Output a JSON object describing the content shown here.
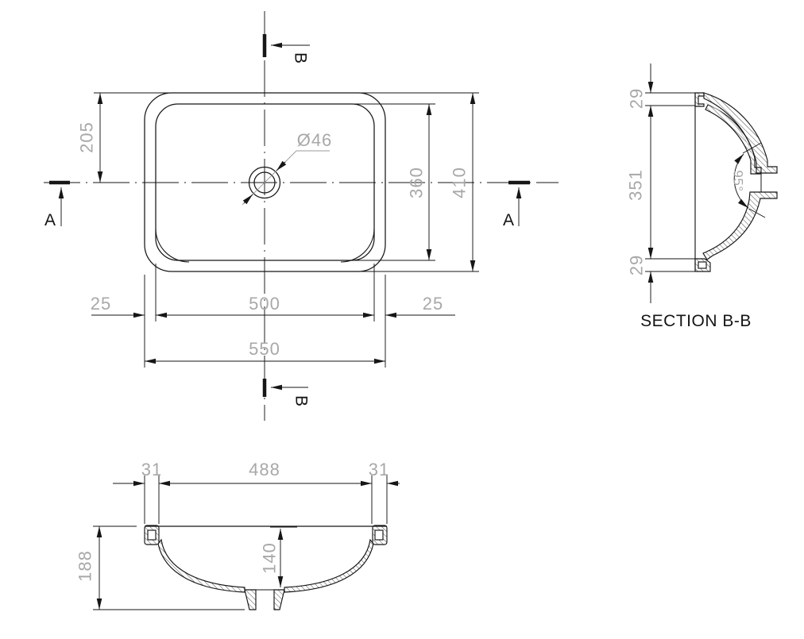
{
  "drawing": {
    "section_title": "SECTION B-B",
    "colors": {
      "line": "#161616",
      "dim_text": "#a8a8a8",
      "leader": "#9a9a9a",
      "background": "#ffffff"
    },
    "plan": {
      "offset_top": "205",
      "inner_height": "360",
      "outer_height": "410",
      "margin_left": "25",
      "inner_width": "500",
      "margin_right": "25",
      "outer_width": "550",
      "drain_diameter": "Ø46",
      "section_label_a": "A",
      "section_label_b": "B"
    },
    "section_bb": {
      "rim_top": "29",
      "bowl_height": "351",
      "rim_bottom": "29",
      "cone_angle": "95°"
    },
    "front": {
      "rim_left": "31",
      "inner_width": "488",
      "rim_right": "31",
      "total_height": "188",
      "bowl_depth": "140"
    }
  }
}
